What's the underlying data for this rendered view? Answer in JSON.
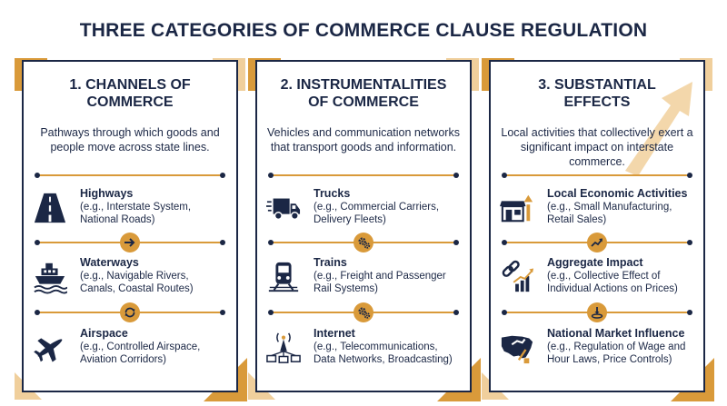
{
  "title": "THREE CATEGORIES OF COMMERCE CLAUSE REGULATION",
  "colors": {
    "navy": "#1b2745",
    "gold": "#d99a3a",
    "light_gold": "#f0cf9c"
  },
  "panels": [
    {
      "title_lines": [
        "1. CHANNELS OF",
        "COMMERCE"
      ],
      "description": "Pathways through which goods and people move across state lines.",
      "separators": [
        "none",
        "arrow-right-icon",
        "cycle-icon"
      ],
      "items": [
        {
          "icon": "highway-icon",
          "name": "Highways",
          "desc_lines": [
            "(e.g., Interstate System,",
            "National Roads)"
          ]
        },
        {
          "icon": "ship-icon",
          "name": "Waterways",
          "desc_lines": [
            "(e.g., Navigable Rivers,",
            "Canals, Coastal Routes)"
          ]
        },
        {
          "icon": "airplane-icon",
          "name": "Airspace",
          "desc_lines": [
            "(e.g., Controlled Airspace,",
            "Aviation Corridors)"
          ]
        }
      ]
    },
    {
      "title_lines": [
        "2. INSTRUMENTALITIES",
        "OF COMMERCE"
      ],
      "description": "Vehicles and communication networks that transport goods and information.",
      "separators": [
        "none",
        "gears-icon",
        "gears-icon"
      ],
      "items": [
        {
          "icon": "truck-icon",
          "name": "Trucks",
          "desc_lines": [
            "(e.g., Commercial Carriers,",
            "Delivery Fleets)"
          ]
        },
        {
          "icon": "train-icon",
          "name": "Trains",
          "desc_lines": [
            "(e.g., Freight and Passenger",
            "Rail Systems)"
          ]
        },
        {
          "icon": "network-icon",
          "name": "Internet",
          "desc_lines": [
            "(e.g., Telecommunications,",
            "Data Networks, Broadcasting)"
          ]
        }
      ]
    },
    {
      "title_lines": [
        "3. SUBSTANTIAL",
        "EFFECTS"
      ],
      "description": "Local activities that collectively exert a significant impact on interstate commerce.",
      "separators": [
        "none",
        "trend-up-icon",
        "ripple-icon"
      ],
      "items": [
        {
          "icon": "storefront-icon",
          "name": "Local Economic Activities",
          "desc_lines": [
            "(e.g., Small Manufacturing,",
            "Retail Sales)"
          ]
        },
        {
          "icon": "chain-chart-icon",
          "name": "Aggregate Impact",
          "desc_lines": [
            "(e.g., Collective Effect of",
            "Individual Actions on Prices)"
          ]
        },
        {
          "icon": "us-map-hand-icon",
          "name": "National Market Influence",
          "desc_lines": [
            "(e.g., Regulation of Wage and",
            "Hour Laws, Price Controls)"
          ]
        }
      ]
    }
  ]
}
